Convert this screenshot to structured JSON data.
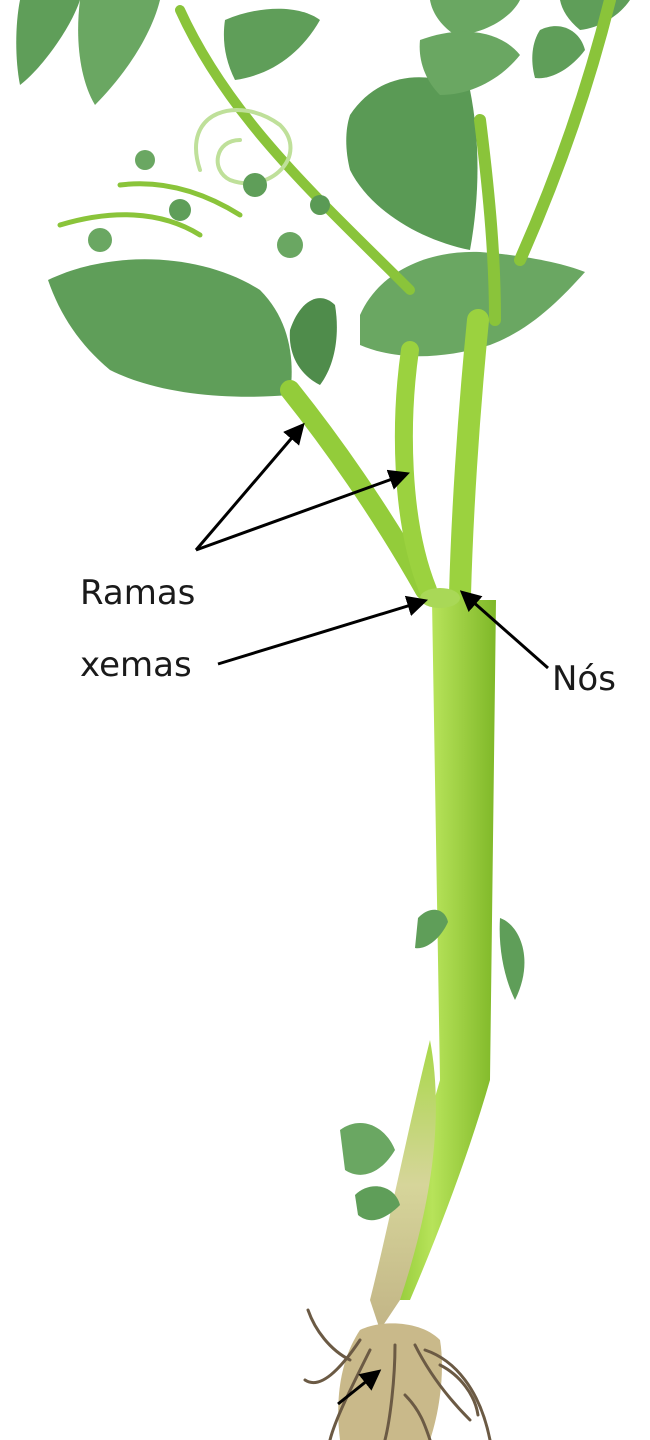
{
  "figure": {
    "subject": "plant-stem-with-roots",
    "colors": {
      "background": "#ffffff",
      "stem_light": "#a8dc43",
      "stem_dark": "#86c12c",
      "leaf": "#5f9e59",
      "leaf_dark": "#3f7a3c",
      "base": "#c9c08a",
      "root": "#6b5a44",
      "arrow": "#000000",
      "label_text": "#1a1a1a"
    }
  },
  "labels": {
    "ramas": "Ramas",
    "xemas": "xemas",
    "nos": "Nós"
  }
}
